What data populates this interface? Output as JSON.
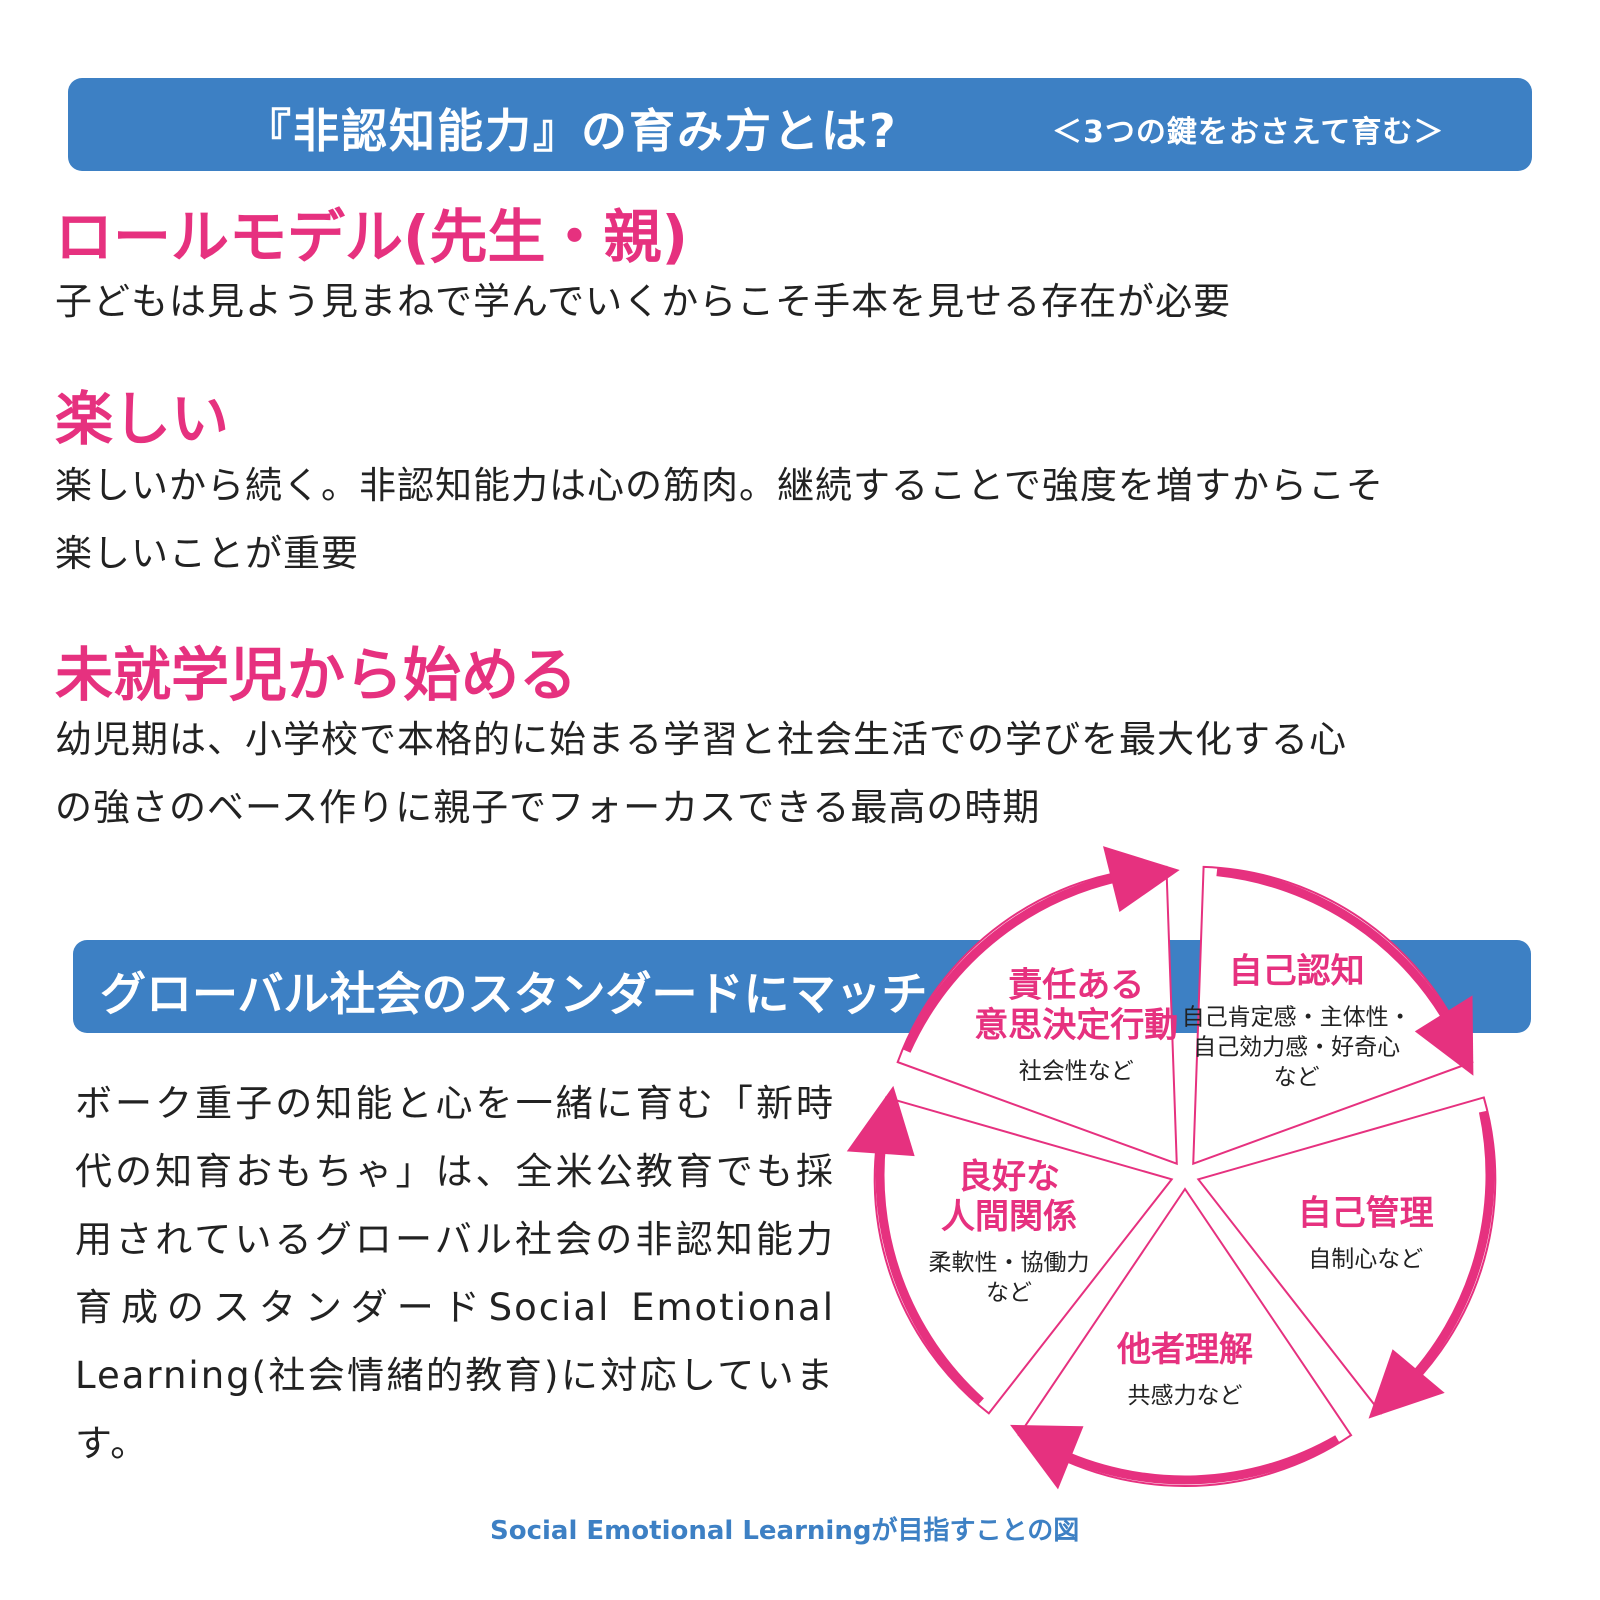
{
  "header": {
    "title": "『非認知能力』の育み方とは?",
    "subtitle": "＜3つの鍵をおさえて育む＞"
  },
  "sections": [
    {
      "heading": "ロールモデル(先生・親)",
      "body": [
        "子どもは見よう見まねで学んでいくからこそ手本を見せる存在が必要"
      ]
    },
    {
      "heading": "楽しい",
      "body": [
        "楽しいから続く。非認知能力は心の筋肉。継続することで強度を増すからこそ",
        "楽しいことが重要"
      ]
    },
    {
      "heading": "未就学児から始める",
      "body": [
        "幼児期は、小学校で本格的に始まる学習と社会生活での学びを最大化する心",
        "の強さのベース作りに親子でフォーカスできる最高の時期"
      ]
    }
  ],
  "global": {
    "title": "グローバル社会のスタンダードにマッチ",
    "body": "ボーク重子の知能と心を一緒に育む「新時代の知育おもちゃ」は、全米公教育でも採用されているグローバル社会の非認知能力育成のスタンダードSocial Emotional Learning(社会情緒的教育)に対応しています。"
  },
  "diagram": {
    "segments": [
      {
        "title_lines": [
          "自己認知"
        ],
        "sub_lines": [
          "自己肯定感・主体性・",
          "自己効力感・好奇心",
          "など"
        ]
      },
      {
        "title_lines": [
          "自己管理"
        ],
        "sub_lines": [
          "自制心など"
        ]
      },
      {
        "title_lines": [
          "他者理解"
        ],
        "sub_lines": [
          "共感力など"
        ]
      },
      {
        "title_lines": [
          "良好な",
          "人間関係"
        ],
        "sub_lines": [
          "柔軟性・協働力",
          "など"
        ]
      },
      {
        "title_lines": [
          "責任ある",
          "意思決定行動"
        ],
        "sub_lines": [
          "社会性など"
        ]
      }
    ],
    "caption": "Social Emotional Learningが目指すことの図",
    "accent_color": "#e6317f",
    "banner_color": "#3d80c4"
  }
}
